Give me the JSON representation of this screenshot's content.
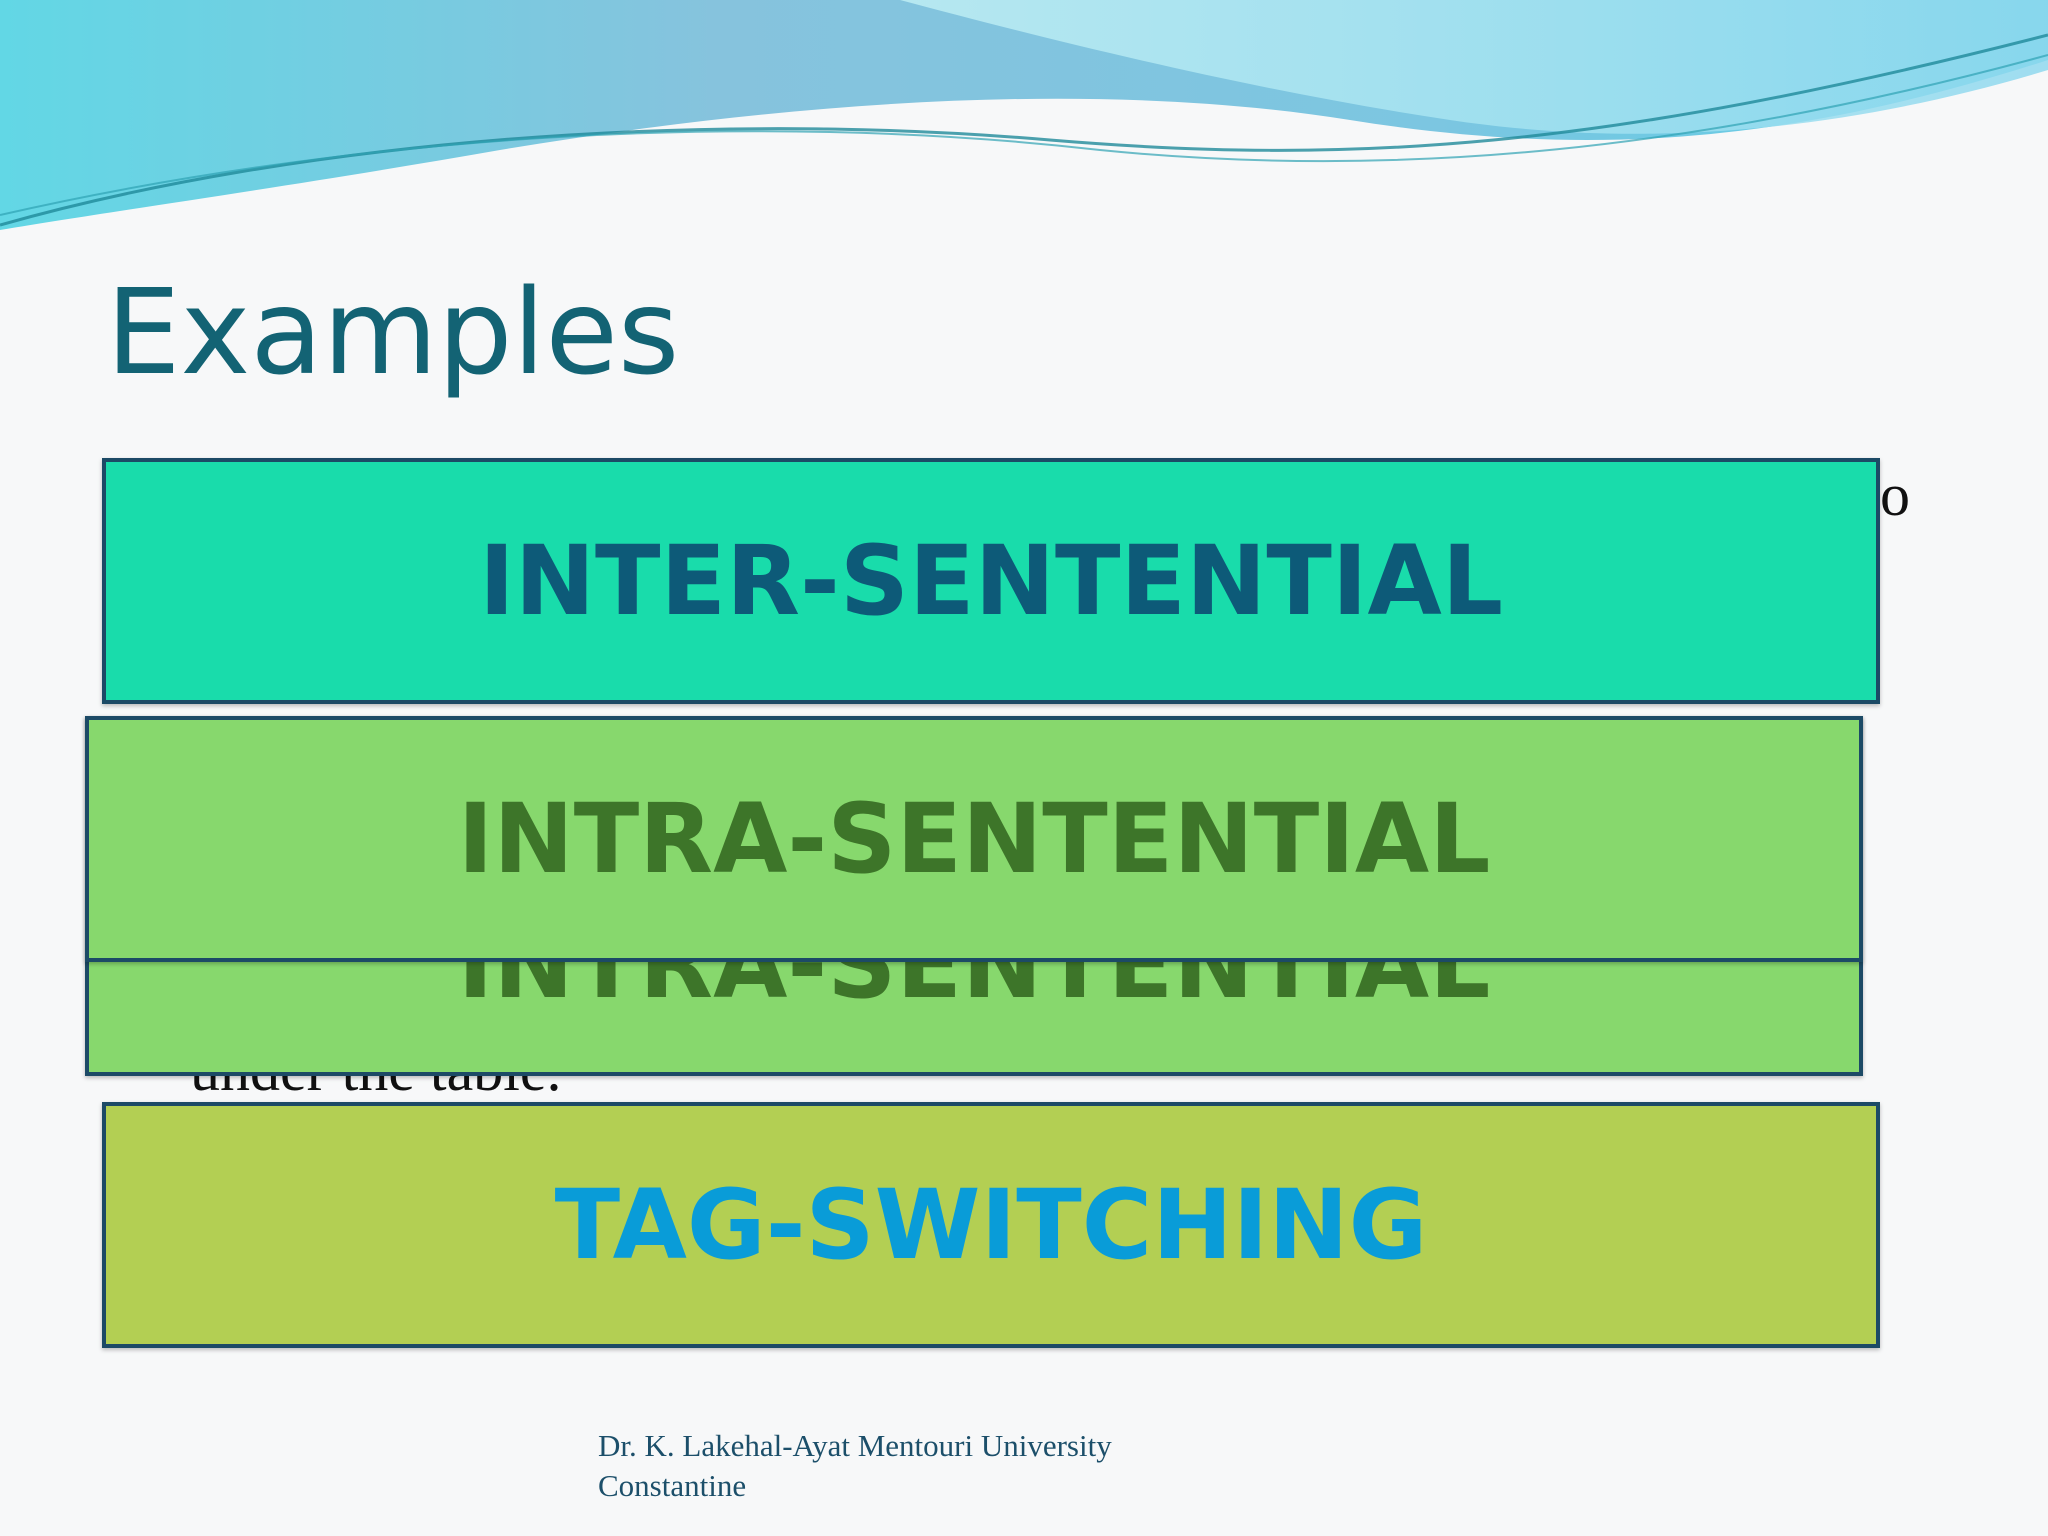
{
  "slide": {
    "title": "Examples",
    "boxes": {
      "inter_sentential": "INTER-SENTENTIAL",
      "intra_sentential": "INTRA-SENTENTIAL",
      "intra_sentential_behind": "INTRA-SENTENTIAL",
      "tag_switching": "TAG-SWITCHING"
    },
    "partially_hidden_text": {
      "right_edge_letter": "o",
      "under_line": "under the table."
    },
    "footer": {
      "line1": "Dr. K. Lakehal-Ayat Mentouri University",
      "line2": "Constantine"
    },
    "colors": {
      "title": "#136374",
      "inter_box": "#19dcab",
      "intra_box": "#87d86d",
      "tag_box": "#b3cf53",
      "tag_text": "#099cd8",
      "box_border": "#1c4a66"
    }
  }
}
